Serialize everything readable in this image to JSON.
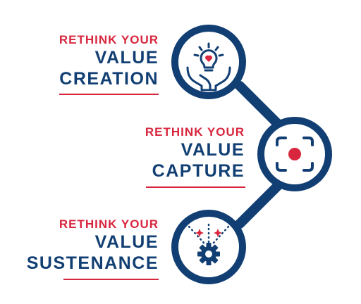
{
  "colors": {
    "navy": "#123f73",
    "red": "#d7263d",
    "white": "#ffffff"
  },
  "steps": [
    {
      "line1": "RETHINK YOUR",
      "line2": "VALUE",
      "line3": "CREATION",
      "icon": "lightbulb-hands-heart-icon"
    },
    {
      "line1": "RETHINK YOUR",
      "line2": "VALUE",
      "line3": "CAPTURE",
      "icon": "camera-focus-target-icon"
    },
    {
      "line1": "RETHINK YOUR",
      "line2": "VALUE",
      "line3": "SUSTENANCE",
      "icon": "gear-sparkle-icon"
    }
  ]
}
